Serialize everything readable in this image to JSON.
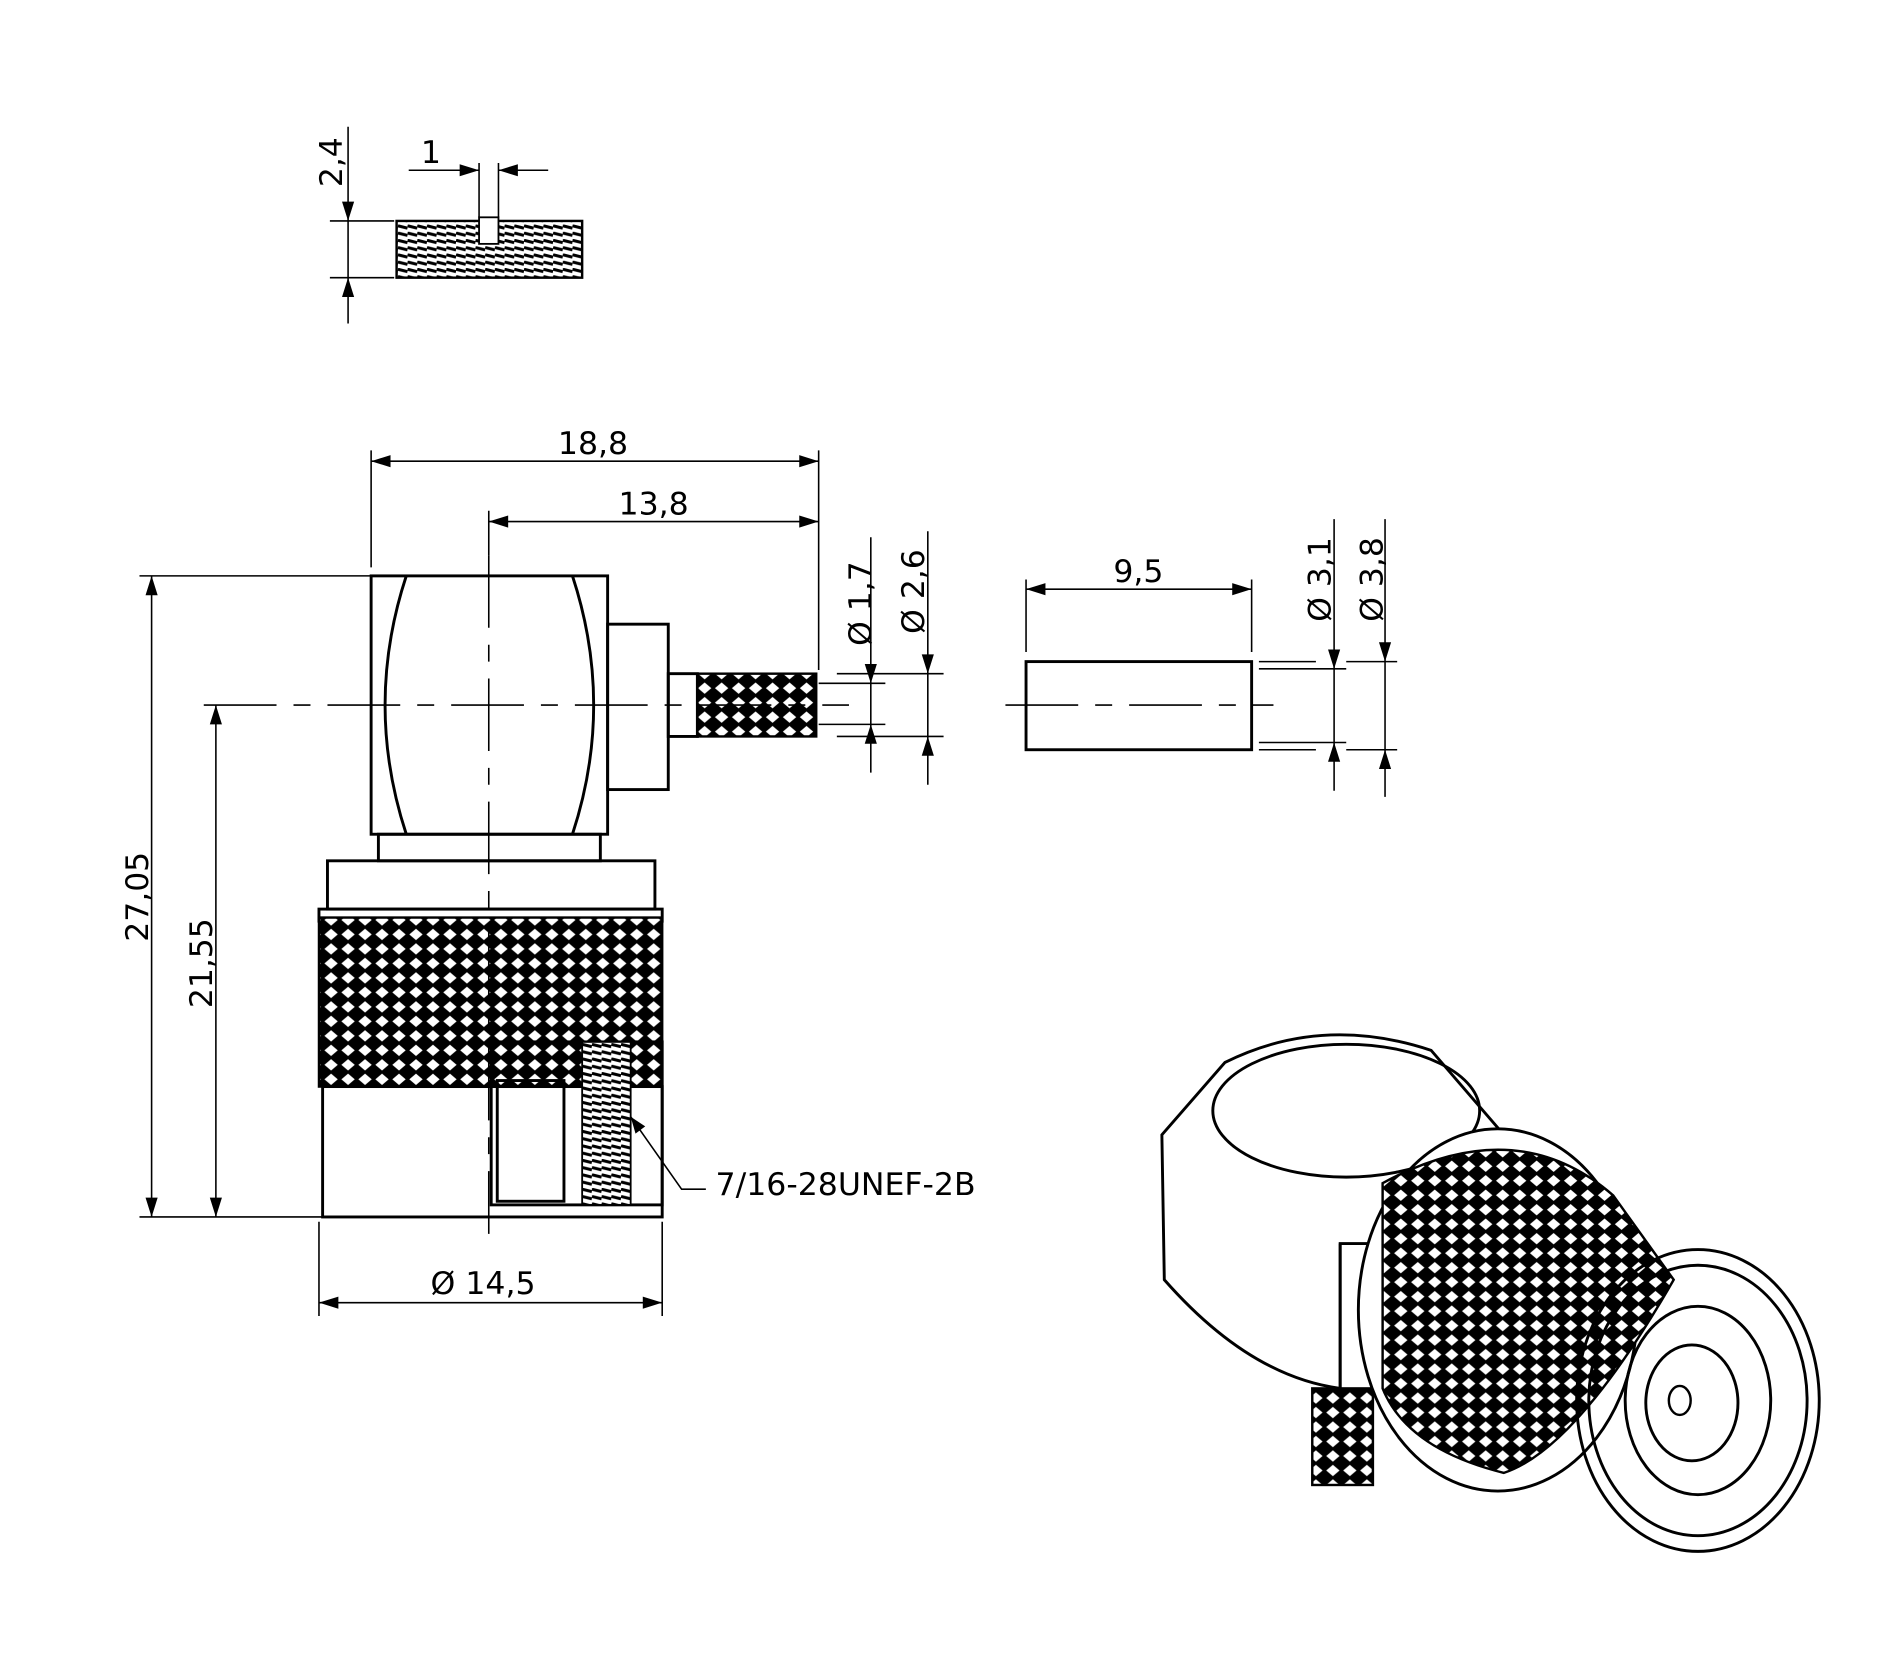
{
  "drawing": {
    "nut_detail": {
      "height": "2,4",
      "slot_width": "1"
    },
    "front_view": {
      "overall_length": "18,8",
      "pin_length": "13,8",
      "pin_diameter": "Ø 1,7",
      "sleeve_diameter": "Ø 2,6",
      "overall_height": "27,05",
      "axis_height": "21,55",
      "body_diameter": "Ø 14,5",
      "thread": "7/16-28UNEF-2B"
    },
    "ferrule": {
      "length": "9,5",
      "inner_diameter": "Ø 3,1",
      "outer_diameter": "Ø 3,8"
    }
  }
}
